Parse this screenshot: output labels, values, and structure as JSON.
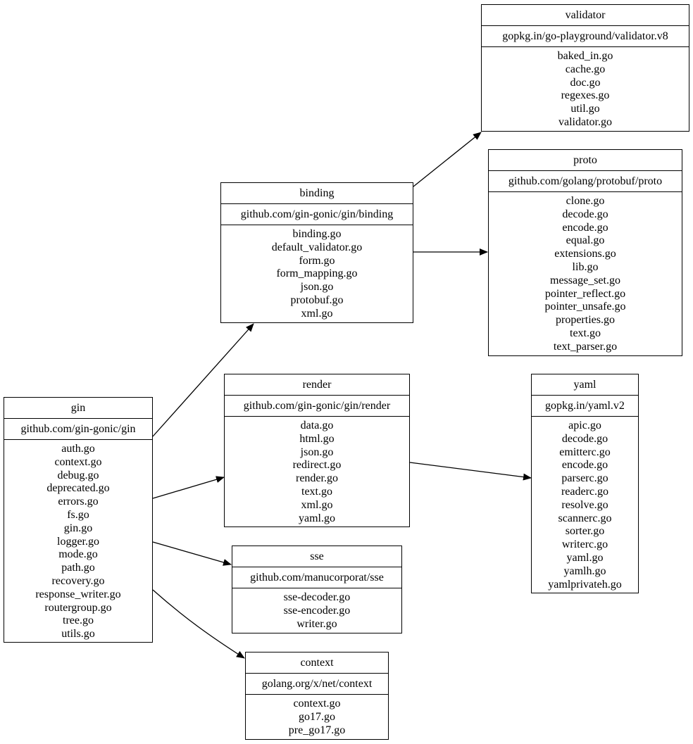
{
  "nodes": {
    "gin": {
      "name": "gin",
      "path": "github.com/gin-gonic/gin",
      "files": [
        "auth.go",
        "context.go",
        "debug.go",
        "deprecated.go",
        "errors.go",
        "fs.go",
        "gin.go",
        "logger.go",
        "mode.go",
        "path.go",
        "recovery.go",
        "response_writer.go",
        "routergroup.go",
        "tree.go",
        "utils.go"
      ]
    },
    "binding": {
      "name": "binding",
      "path": "github.com/gin-gonic/gin/binding",
      "files": [
        "binding.go",
        "default_validator.go",
        "form.go",
        "form_mapping.go",
        "json.go",
        "protobuf.go",
        "xml.go"
      ]
    },
    "render": {
      "name": "render",
      "path": "github.com/gin-gonic/gin/render",
      "files": [
        "data.go",
        "html.go",
        "json.go",
        "redirect.go",
        "render.go",
        "text.go",
        "xml.go",
        "yaml.go"
      ]
    },
    "sse": {
      "name": "sse",
      "path": "github.com/manucorporat/sse",
      "files": [
        "sse-decoder.go",
        "sse-encoder.go",
        "writer.go"
      ]
    },
    "context": {
      "name": "context",
      "path": "golang.org/x/net/context",
      "files": [
        "context.go",
        "go17.go",
        "pre_go17.go"
      ]
    },
    "validator": {
      "name": "validator",
      "path": "gopkg.in/go-playground/validator.v8",
      "files": [
        "baked_in.go",
        "cache.go",
        "doc.go",
        "regexes.go",
        "util.go",
        "validator.go"
      ]
    },
    "proto": {
      "name": "proto",
      "path": "github.com/golang/protobuf/proto",
      "files": [
        "clone.go",
        "decode.go",
        "encode.go",
        "equal.go",
        "extensions.go",
        "lib.go",
        "message_set.go",
        "pointer_reflect.go",
        "pointer_unsafe.go",
        "properties.go",
        "text.go",
        "text_parser.go"
      ]
    },
    "yaml": {
      "name": "yaml",
      "path": "gopkg.in/yaml.v2",
      "files": [
        "apic.go",
        "decode.go",
        "emitterc.go",
        "encode.go",
        "parserc.go",
        "readerc.go",
        "resolve.go",
        "scannerc.go",
        "sorter.go",
        "writerc.go",
        "yaml.go",
        "yamlh.go",
        "yamlprivateh.go"
      ]
    }
  },
  "edges": [
    {
      "from": "gin",
      "to": "binding"
    },
    {
      "from": "gin",
      "to": "render"
    },
    {
      "from": "gin",
      "to": "sse"
    },
    {
      "from": "gin",
      "to": "context"
    },
    {
      "from": "binding",
      "to": "validator"
    },
    {
      "from": "binding",
      "to": "proto"
    },
    {
      "from": "render",
      "to": "yaml"
    }
  ]
}
